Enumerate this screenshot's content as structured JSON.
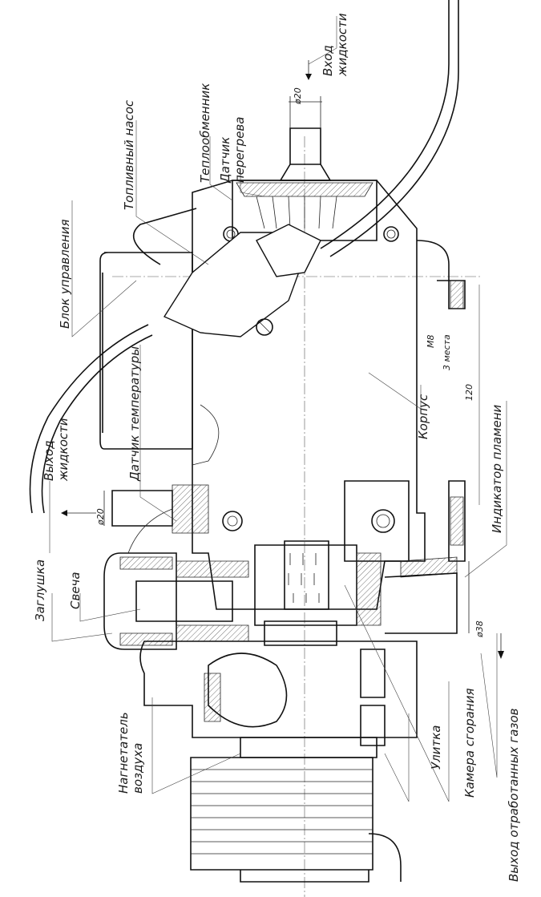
{
  "drawing": {
    "title": "Liquid pre-heater assembly drawing",
    "line_color": "#111111",
    "background": "#ffffff"
  },
  "labels": {
    "liquid_inlet": {
      "line1": "Вход",
      "line2": "жидкости"
    },
    "heat_exchanger": "Теплообменник",
    "overheat_sensor": {
      "line1": "Датчик",
      "line2": "перегрева"
    },
    "fuel_pump": "Топливный насос",
    "control_unit": "Блок управления",
    "temperature_sensor": "Датчик температуры",
    "liquid_outlet": {
      "line1": "Выход",
      "line2": "жидкости"
    },
    "plug_cap": "Заглушка",
    "glow_plug": "Свеча",
    "air_blower": {
      "line1": "Нагнетатель",
      "line2": "воздуха"
    },
    "volute": "Улитка",
    "combustion_chamber": "Камера сгорания",
    "exhaust_outlet": "Выход отработанных газов",
    "flame_indicator": "Индикатор пламени",
    "housing": "Корпус"
  },
  "dimensions": {
    "inlet_diameter": "ø20",
    "outlet_diameter": "ø20",
    "exhaust_diameter": "ø38",
    "mount_spacing": "120",
    "thread": "M8",
    "thread_count": "3 места"
  }
}
